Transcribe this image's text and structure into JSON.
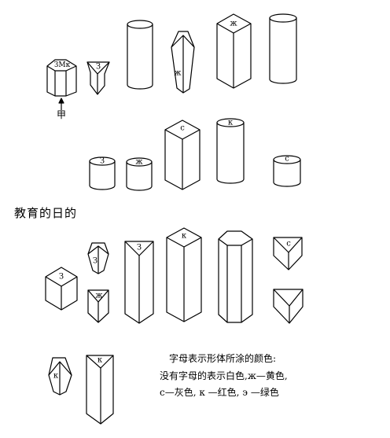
{
  "heading": "教育的日的",
  "pointer_label": "甲",
  "legend": {
    "line1": "字母表示形体所涂的颜色:",
    "line2": "没有字母的表示白色,ж—黄色,",
    "line3": "c—灰色, к —红色, э —绿色"
  },
  "labels": {
    "s1": "ЗМк",
    "s2": "З",
    "s4": "ж",
    "s5": "ж",
    "s8": "З",
    "s9": "ж",
    "s10": "с",
    "s11": "к",
    "s12": "с",
    "s13": "З",
    "s14": "З",
    "s15": "ж",
    "s16": "З",
    "s17": "к",
    "s19": "с",
    "s21": "к",
    "s22": "к"
  }
}
